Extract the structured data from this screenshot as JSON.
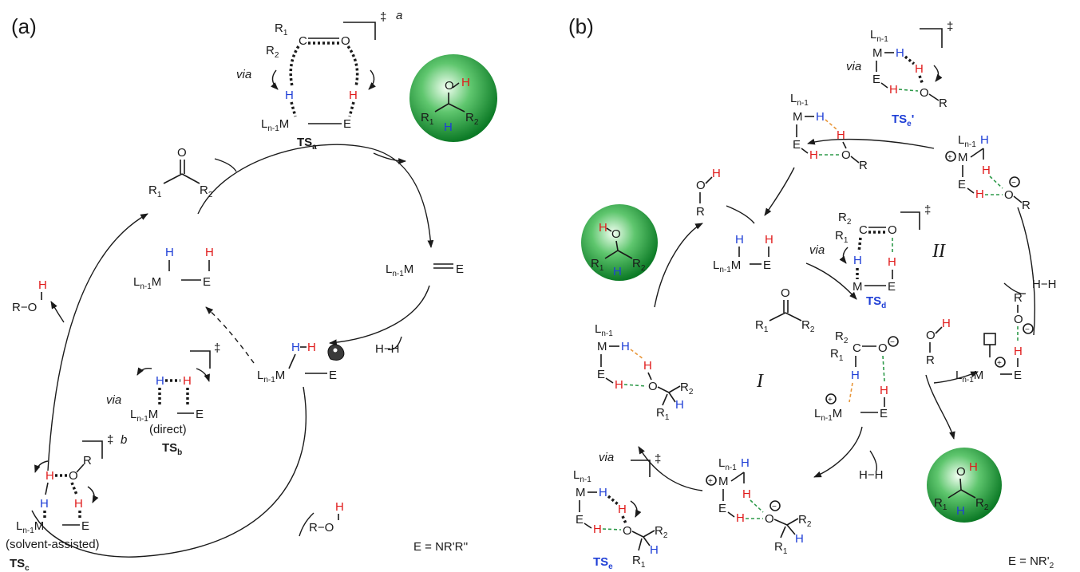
{
  "panels": {
    "a": "(a)",
    "b": "(b)"
  },
  "atoms": {
    "H": "H",
    "O": "O",
    "C": "C",
    "R": "R",
    "R1": "R",
    "R2": "R",
    "R1sub": "1",
    "R2sub": "2",
    "M": "M",
    "E": "E",
    "L": "L",
    "Lsub": "n-1",
    "minus": "−",
    "plus": "+",
    "dagger": "‡"
  },
  "panel_a": {
    "via": "via",
    "note_a": "a",
    "note_b": "b",
    "ts_a": "TS",
    "ts_a_sub": "a",
    "ts_b": "TS",
    "ts_b_sub": "b",
    "ts_c": "TS",
    "ts_c_sub": "c",
    "direct": "(direct)",
    "solvent": "(solvent-assisted)",
    "h2": "H−H",
    "roh": "R−O",
    "footnote": "E = NR'R''"
  },
  "panel_b": {
    "via": "via",
    "ts_d": "TS",
    "ts_d_sub": "d",
    "ts_e": "TS",
    "ts_e_sub": "e",
    "ts_e2": "TS",
    "ts_e2_sub": "e",
    "ts_e2_prime": "'",
    "cycle_I": "I",
    "cycle_II": "II",
    "h2": "H−H",
    "footnote": "E = NR'",
    "footnote_sub": "2"
  },
  "colors": {
    "hydride": "#1f3fd6",
    "proton": "#e01b1b",
    "ts_label": "#1f3fd6",
    "hbond": "#2e9a4a",
    "interaction": "#e8973b",
    "product_ball": "#1f9a3a"
  }
}
